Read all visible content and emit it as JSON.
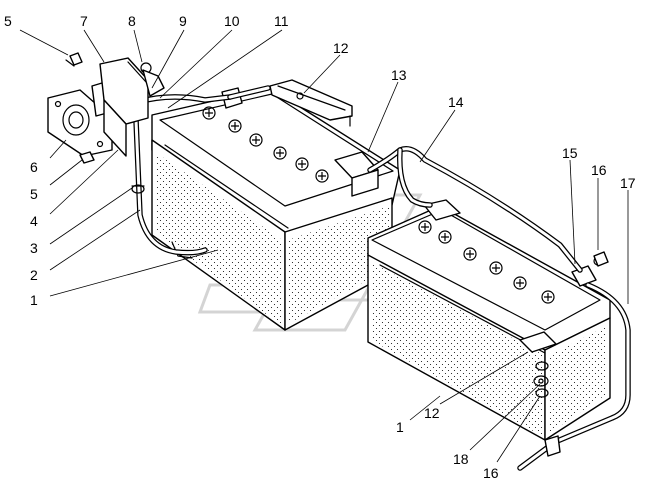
{
  "figure": {
    "callouts": {
      "top_row": [
        "5",
        "7",
        "8",
        "9",
        "10",
        "11",
        "12",
        "13",
        "14",
        "15",
        "16",
        "17"
      ],
      "left_column": [
        "6",
        "5",
        "4",
        "3",
        "2",
        "1"
      ],
      "bottom_row": [
        "1",
        "12",
        "18",
        "16"
      ]
    },
    "colors": {
      "line": "#000000",
      "background": "#ffffff",
      "watermark": "#d9d9d9"
    }
  }
}
